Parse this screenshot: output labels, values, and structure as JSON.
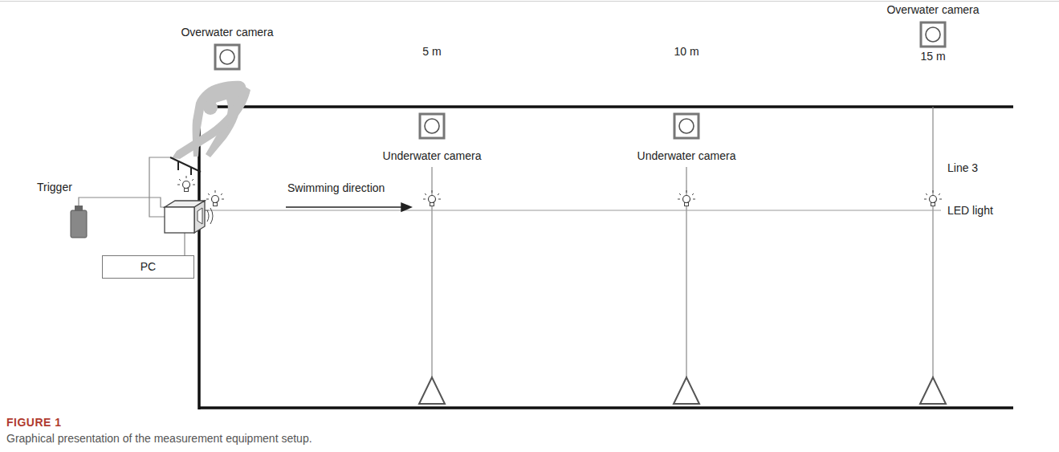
{
  "diagram": {
    "caption": "Graphical presentation of the measurement equipment setup.",
    "nodes": [
      {
        "text": [
          "Overwater camera"
        ]
      },
      {
        "text": [
          "Overwater camera"
        ]
      },
      {
        "text": [
          "Underwater camera"
        ]
      },
      {
        "text": [
          "Underwater camera"
        ]
      },
      {
        "text": [
          "PC"
        ]
      }
    ],
    "labels": [
      "5 m",
      "10 m",
      "15 m",
      "Swimming direction",
      "Line 3",
      "LED light",
      "Trigger",
      "FIGURE 1"
    ]
  }
}
